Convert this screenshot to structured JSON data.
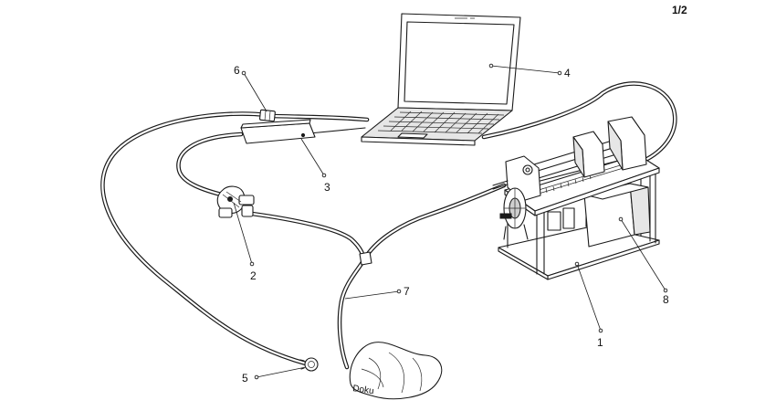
{
  "sheet_number": "1/2",
  "colors": {
    "line": "#1a1a1a",
    "background": "#ffffff",
    "shade": "#e6e6e6"
  },
  "components": [
    {
      "ref": "1",
      "part": "apparatus stand"
    },
    {
      "ref": "2",
      "part": "valve connector"
    },
    {
      "ref": "3",
      "part": "power adapter"
    },
    {
      "ref": "4",
      "part": "laptop computer"
    },
    {
      "ref": "5",
      "part": "end plug"
    },
    {
      "ref": "6",
      "part": "cable connector"
    },
    {
      "ref": "7",
      "part": "tube"
    },
    {
      "ref": "8",
      "part": "control box"
    }
  ],
  "cushion_text": "Doku"
}
